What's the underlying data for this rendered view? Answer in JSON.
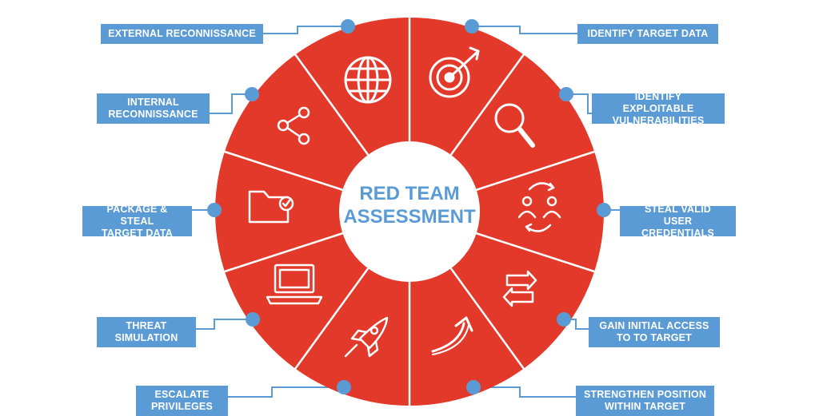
{
  "center_title": "RED TEAM\nASSESSMENT",
  "colors": {
    "segment": "#e2392b",
    "line": "#ffffff",
    "label_bg": "#5b9bd5",
    "title": "#5b9bd5"
  },
  "labels": {
    "external_recon": "EXTERNAL RECONNISSANCE",
    "internal_recon": "INTERNAL\nRECONNISSANCE",
    "package_steal": "PACKAGE & STEAL\nTARGET DATA",
    "threat_sim": "THREAT\nSIMULATION",
    "escalate": "ESCALATE\nPRIVILEGES",
    "identify_target": "IDENTIFY TARGET DATA",
    "identify_vuln": "IDENTIFY EXPLOITABLE\nVULNERABILITIES",
    "steal_creds": "STEAL VALID\nUSER CREDENTIALS",
    "gain_access": "GAIN INITIAL ACCESS\nTO TO TARGET",
    "strengthen": "STRENGTHEN POSITION\nWITHIN TARGET"
  },
  "icons": [
    "globe-icon",
    "target-icon",
    "magnifier-icon",
    "users-exchange-icon",
    "arrows-exchange-icon",
    "rising-arrow-icon",
    "rocket-icon",
    "laptop-icon",
    "folder-check-icon",
    "share-icon"
  ]
}
